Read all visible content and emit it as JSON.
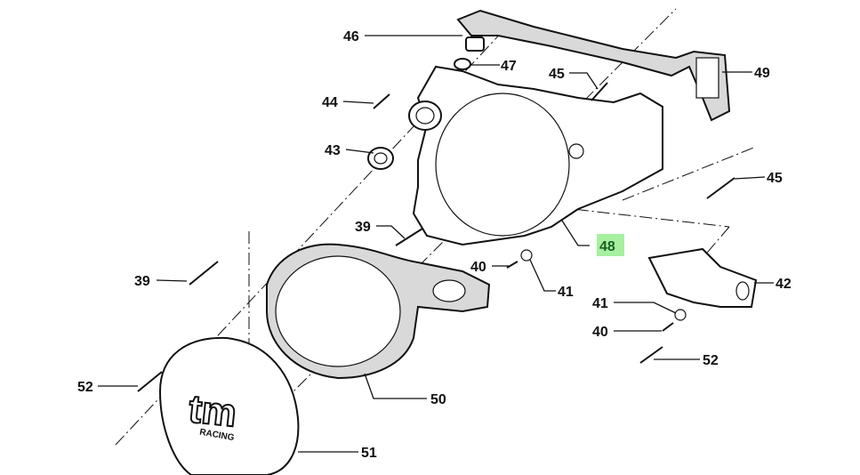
{
  "diagram": {
    "highlight_color": "#a6f0a0",
    "highlight_text_color": "#1b5e20",
    "logo_text": "tm",
    "logo_subtext": "RACING",
    "labels": {
      "l46": "46",
      "l47": "47",
      "l45a": "45",
      "l49": "49",
      "l44": "44",
      "l43": "43",
      "l45b": "45",
      "l39a": "39",
      "l48": "48",
      "l40a": "40",
      "l41a": "41",
      "l39b": "39",
      "l42": "42",
      "l41b": "41",
      "l40b": "40",
      "l52a": "52",
      "l52b": "52",
      "l50": "50",
      "l51": "51"
    }
  }
}
